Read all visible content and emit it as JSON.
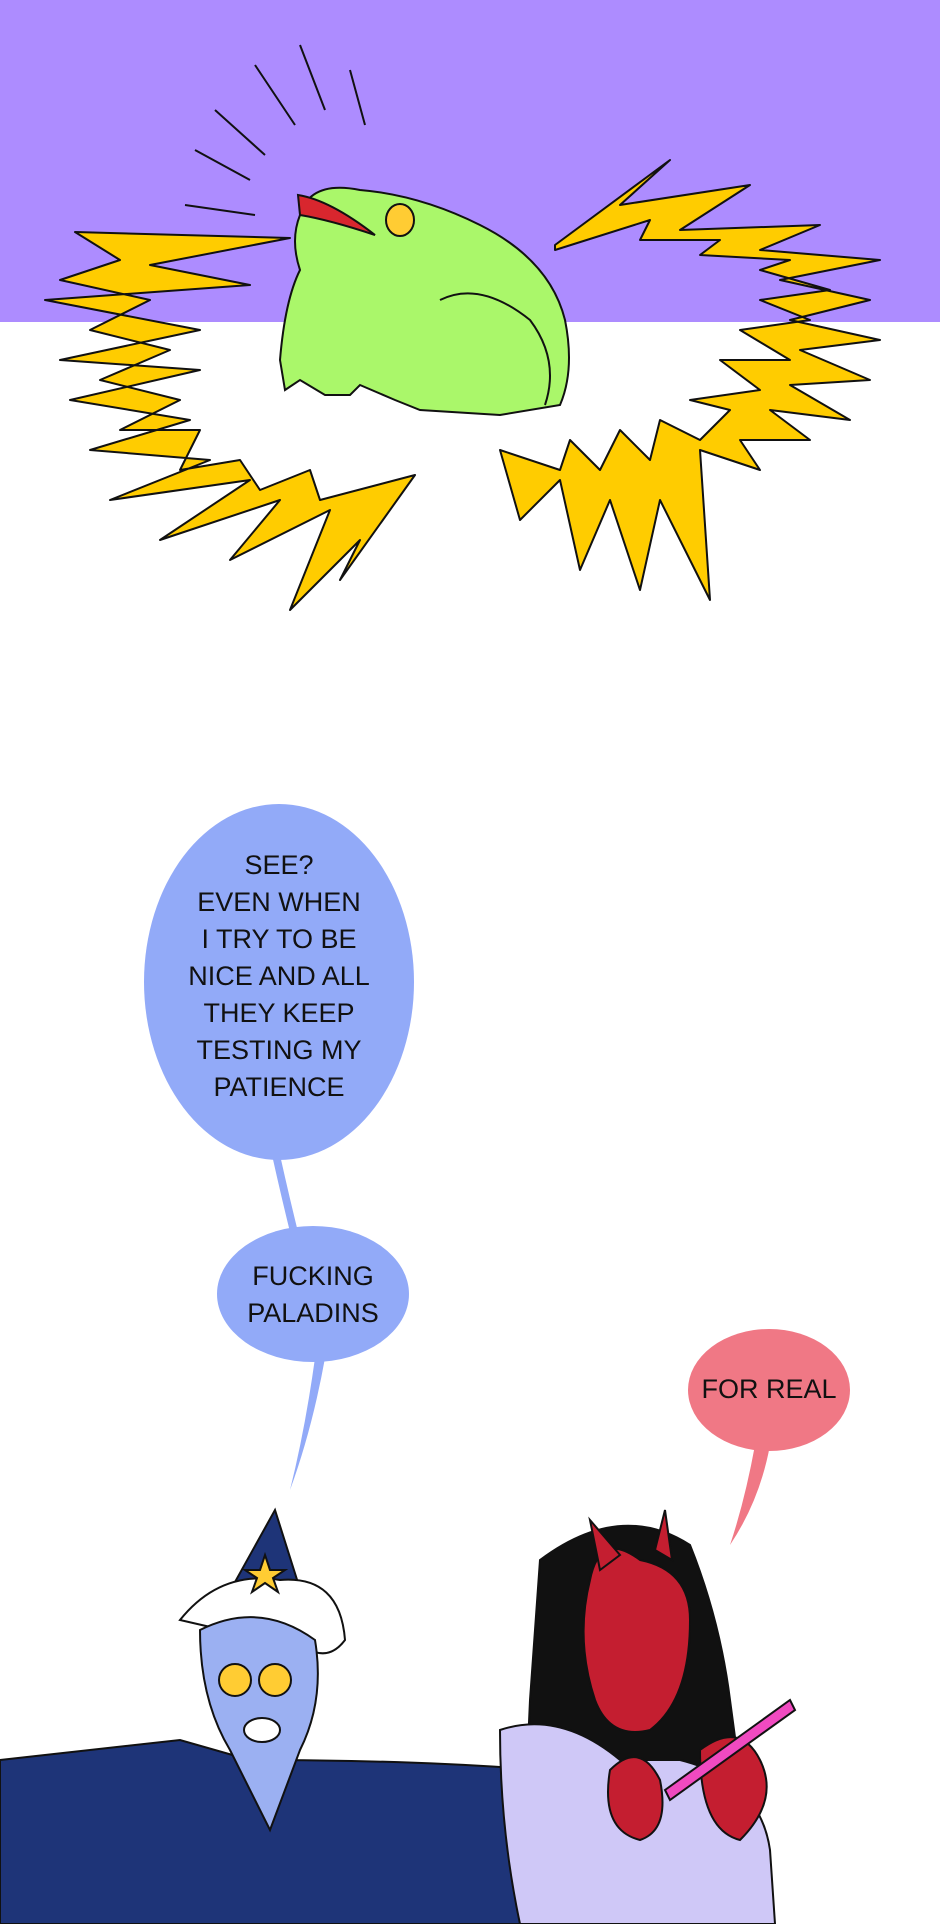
{
  "panels": [
    {
      "name": "frog-panel"
    },
    {
      "name": "dialogue-panel"
    }
  ],
  "speech": {
    "wizard_bubble_1": "SEE?\nEVEN WHEN\nI TRY TO BE\nNICE AND ALL\nTHEY KEEP\nTESTING MY\nPATIENCE",
    "wizard_bubble_2": "FUCKING\nPALADINS",
    "demon_bubble": "FOR REAL"
  },
  "colors": {
    "sky": "#ad8cff",
    "lightning": "#ffcc00",
    "frog": "#aaf76a",
    "wizard_bubble": "#92aaf8",
    "demon_bubble": "#f07885",
    "wizard_robe": "#1e3478",
    "demon_skin": "#c41e30"
  }
}
